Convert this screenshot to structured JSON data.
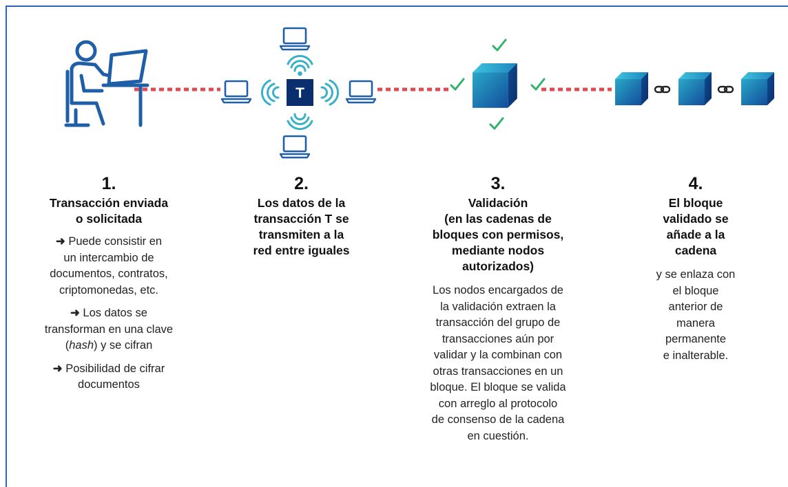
{
  "steps": [
    {
      "number": "1.",
      "title_lines": [
        "Transacción enviada",
        "o solicitada"
      ],
      "bullets": [
        {
          "arrow": "➜",
          "lines": [
            "Puede consistir en",
            "un intercambio de",
            "documentos, contratos,",
            "criptomonedas, etc."
          ]
        },
        {
          "arrow": "➜",
          "lines": [
            "Los datos se",
            "transforman en una clave",
            "(hash) y se cifran"
          ]
        },
        {
          "arrow": "➜",
          "lines": [
            "Posibilidad de cifrar",
            "documentos"
          ]
        }
      ]
    },
    {
      "number": "2.",
      "title_lines": [
        "Los datos de la",
        "transacción T se",
        "transmiten a la",
        "red entre iguales"
      ]
    },
    {
      "number": "3.",
      "title_lines": [
        "Validación",
        "(en las cadenas de",
        "bloques con permisos,",
        "mediante nodos",
        "autorizados)"
      ],
      "body_lines": [
        "Los nodos encargados de",
        "la validación extraen la",
        "transacción del grupo de",
        "transacciones aún por",
        "validar y la combinan con",
        "otras transacciones en un",
        "bloque. El bloque se valida",
        "con arreglo al protocolo",
        "de consenso de la cadena",
        "en cuestión."
      ]
    },
    {
      "number": "4.",
      "title_lines": [
        "El bloque",
        "validado se",
        "añade a la",
        "cadena"
      ],
      "body_lines": [
        "y se enlaza con",
        "el bloque",
        "anterior de",
        "manera",
        "permanente",
        "e inalterable."
      ]
    }
  ],
  "node_label": "T",
  "icons": [
    "user-at-computer-icon",
    "laptop-icon",
    "wifi-signal-icon",
    "cube-block-icon",
    "checkmark-icon",
    "chain-link-icon"
  ],
  "colors": {
    "blue": "#1f5fa8",
    "dark_navy": "#0b2f6e",
    "teal": "#3ab0c8",
    "green_check": "#2fb36b",
    "red_dots": "#e04b52",
    "frame": "#2a63b5"
  }
}
